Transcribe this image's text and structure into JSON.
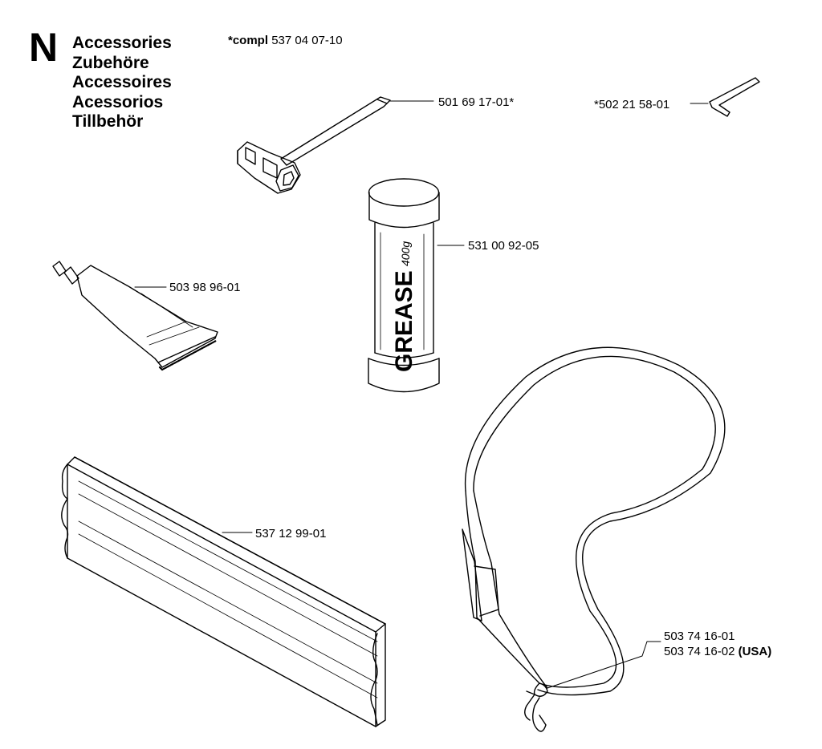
{
  "section": {
    "letter": "N",
    "titles": [
      "Accessories",
      "Zubehöre",
      "Accessoires",
      "Acessorios",
      "Tillbehör"
    ]
  },
  "kit_note": {
    "prefix": "*compl",
    "number": "537 04 07-10"
  },
  "parts": {
    "combination_wrench": "501 69 17-01*",
    "hex_key": "*502 21 58-01",
    "grease_tube": "531 00 92-05",
    "grease_small_tube": "503 98 96-01",
    "blade_guard": "537 12 99-01",
    "harness_strap": "503 74 16-01",
    "harness_strap_usa": "503 74 16-02",
    "harness_strap_usa_suffix": "(USA)"
  },
  "grease_label": {
    "brand": "GREASE",
    "weight": "400g"
  }
}
